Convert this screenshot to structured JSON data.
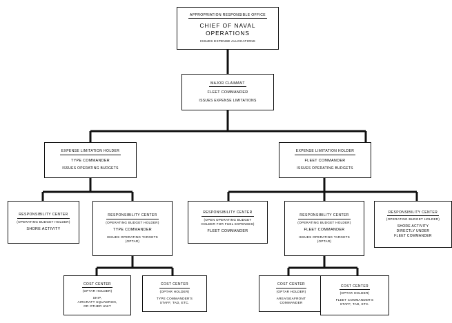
{
  "document": {
    "type": "organization-chart",
    "title": "Navy Financial Management Organization Chart",
    "background_color": "#ffffff",
    "line_color": "#111111"
  },
  "nodes": {
    "cno": {
      "header": "APPROPRIATION RESPONSIBLE OFFICE",
      "name": "CHIEF OF NAVAL OPERATIONS",
      "action": "ISSUES EXPENSE ALLOCATIONS"
    },
    "major_claimant": {
      "header": "MAJOR CLAIMANT",
      "name": "FLEET COMMANDER",
      "action": "ISSUES EXPENSE LIMITATIONS"
    },
    "elh_type": {
      "header": "EXPENSE LIMITATION HOLDER",
      "name": "TYPE COMMANDER",
      "action": "ISSUES OPERATING BUDGETS"
    },
    "elh_fleet": {
      "header": "EXPENSE LIMITATION HOLDER",
      "name": "FLEET COMMANDER",
      "action": "ISSUES OPERATING BUDGETS"
    },
    "rc_shore": {
      "header": "RESPONSIBILITY CENTER",
      "qualifier": "(OPERATING BUDGET HOLDER)",
      "name": "SHORE ACTIVITY",
      "action": ""
    },
    "rc_type": {
      "header": "RESPONSIBILITY CENTER",
      "qualifier": "(OPERATING BUDGET HOLDER)",
      "name": "TYPE COMMANDER",
      "action": "ISSUES OPERATING TARGETS\n(OPTAR)"
    },
    "rc_fuel": {
      "header": "RESPONSIBILITY CENTER",
      "qualifier": "(OPEN OPERATING BUDGET\nHOLDER FOR FUEL EXPENSES)",
      "name": "FLEET COMMANDER",
      "action": ""
    },
    "rc_fleet": {
      "header": "RESPONSIBILITY CENTER",
      "qualifier": "(OPERATING BUDGET HOLDER)",
      "name": "FLEET COMMANDER",
      "action": "ISSUES OPERATING TARGETS\n(OPTAR)"
    },
    "rc_shore_fleet": {
      "header": "RESPONSIBILITY CENTER",
      "qualifier": "(OPERATING BUDGET HOLDER)",
      "name": "SHORE ACTIVITY\nDIRECTLY UNDER\nFLEET COMMANDER",
      "action": ""
    },
    "cc_ship": {
      "header": "COST CENTER",
      "qualifier": "(OPTAR HOLDER)",
      "name": "SHIP,\nAIRCRAFT SQUADRON,\nOR OTHER UNIT"
    },
    "cc_type_staff": {
      "header": "COST CENTER",
      "qualifier": "(OPTAR HOLDER)",
      "name": "TYPE COMMANDER'S\nSTAFF, TAD, ETC."
    },
    "cc_area": {
      "header": "COST CENTER",
      "qualifier": "(OPTAR HOLDER)",
      "name": "AREA/SEAFRONT\nCOMMANDER"
    },
    "cc_fleet_staff": {
      "header": "COST CENTER",
      "qualifier": "(OPTAR HOLDER)",
      "name": "FLEET COMMANDER'S\nSTAFF, TAD, ETC."
    }
  }
}
